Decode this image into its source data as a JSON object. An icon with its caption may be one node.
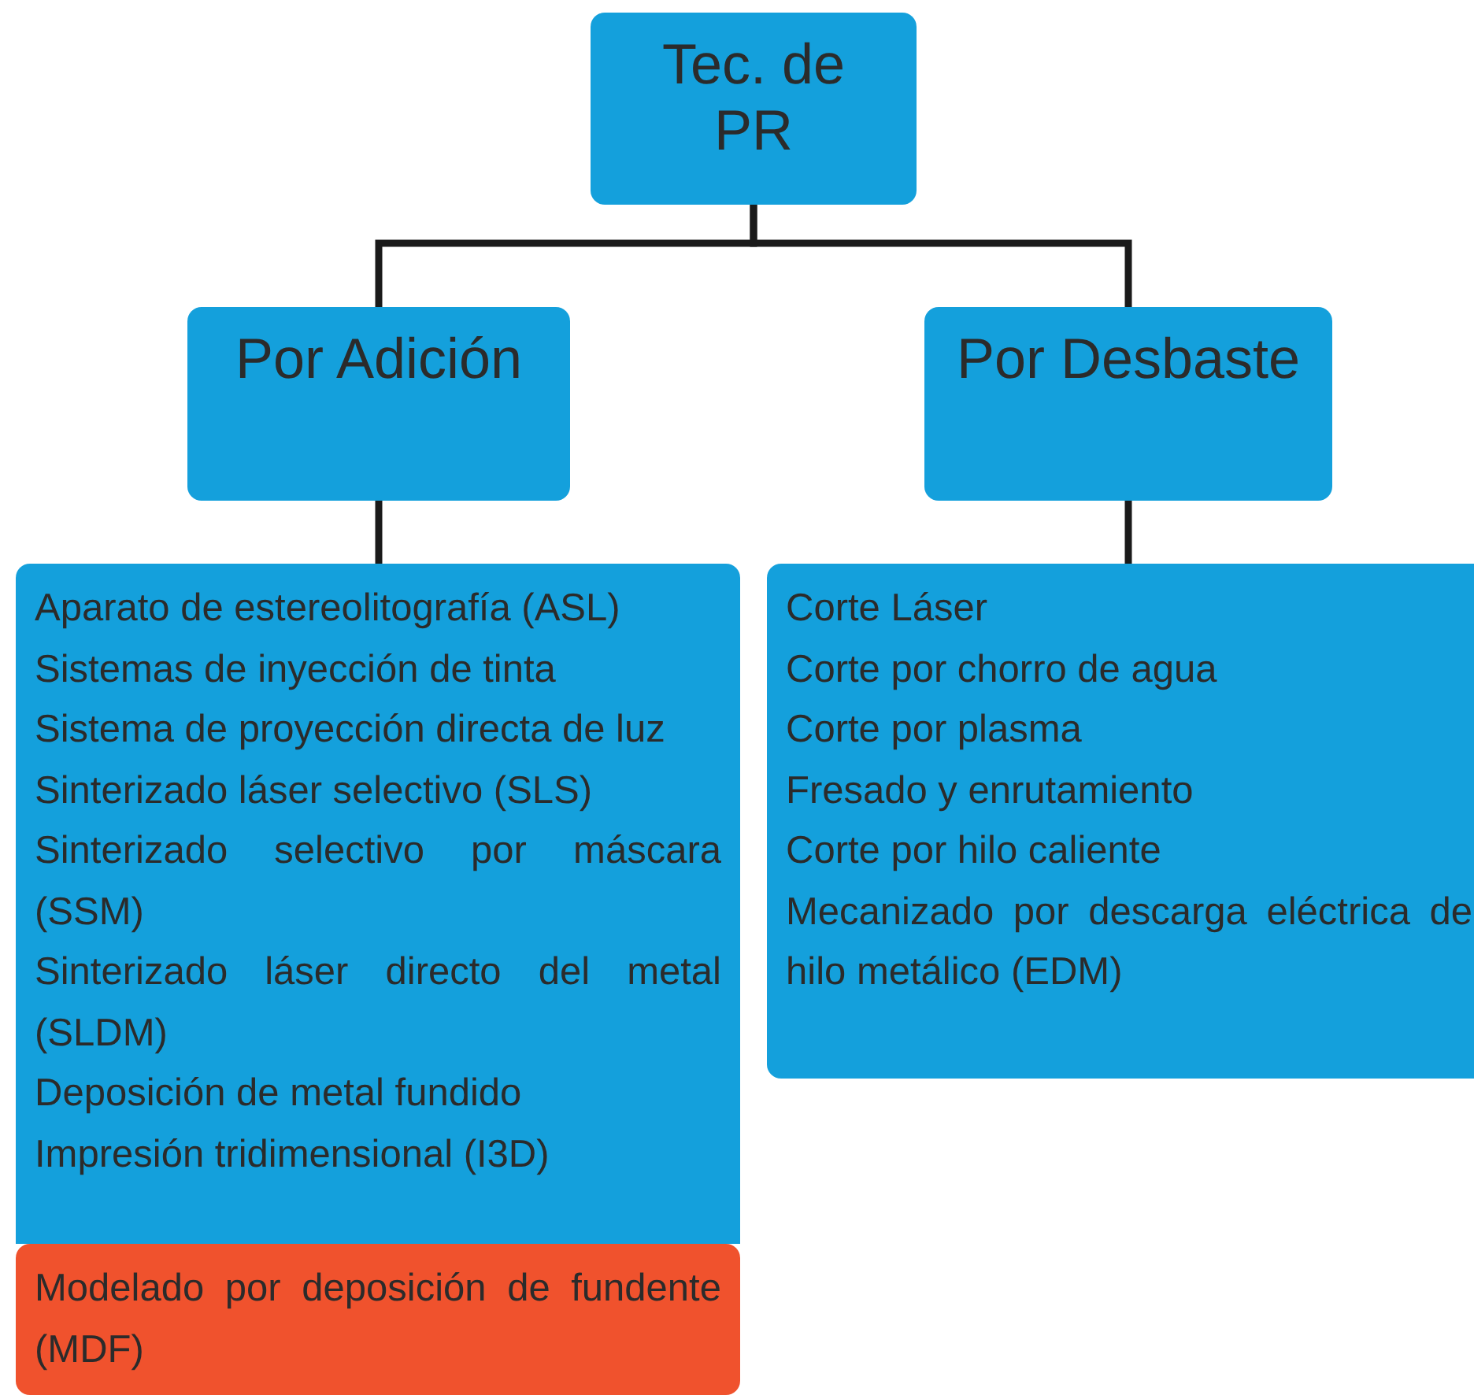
{
  "diagram": {
    "nodes": [
      {
        "text": [
          "Tec. de PR"
        ]
      },
      {
        "text": [
          "Por Adición"
        ]
      },
      {
        "text": [
          "Por Desbaste"
        ]
      },
      {
        "text": [
          "Aparato de estereolitografía (ASL)",
          "Sistemas de inyección de tinta",
          "Sistema de proyección directa de luz",
          "Sinterizado láser selectivo (SLS)",
          "Sinterizado selectivo por máscara (SSM)",
          "Sinterizado láser directo del metal (SLDM)",
          "Deposición de metal fundido",
          "Impresión tridimensional (I3D)"
        ]
      },
      {
        "text": [
          "Modelado por deposición de fundente (MDF)"
        ]
      },
      {
        "text": [
          "Corte Láser",
          "Corte por chorro de agua",
          "Corte por plasma",
          "Fresado y enrutamiento",
          "Corte por hilo caliente",
          "Mecanizado por descarga eléctrica de hilo metálico (EDM)"
        ]
      }
    ],
    "edges": [
      {
        "from": 0,
        "to": 1,
        "arrow": "none"
      },
      {
        "from": 0,
        "to": 2,
        "arrow": "none"
      },
      {
        "from": 1,
        "to": 3,
        "arrow": "none"
      },
      {
        "from": 2,
        "to": 5,
        "arrow": "none"
      }
    ]
  }
}
